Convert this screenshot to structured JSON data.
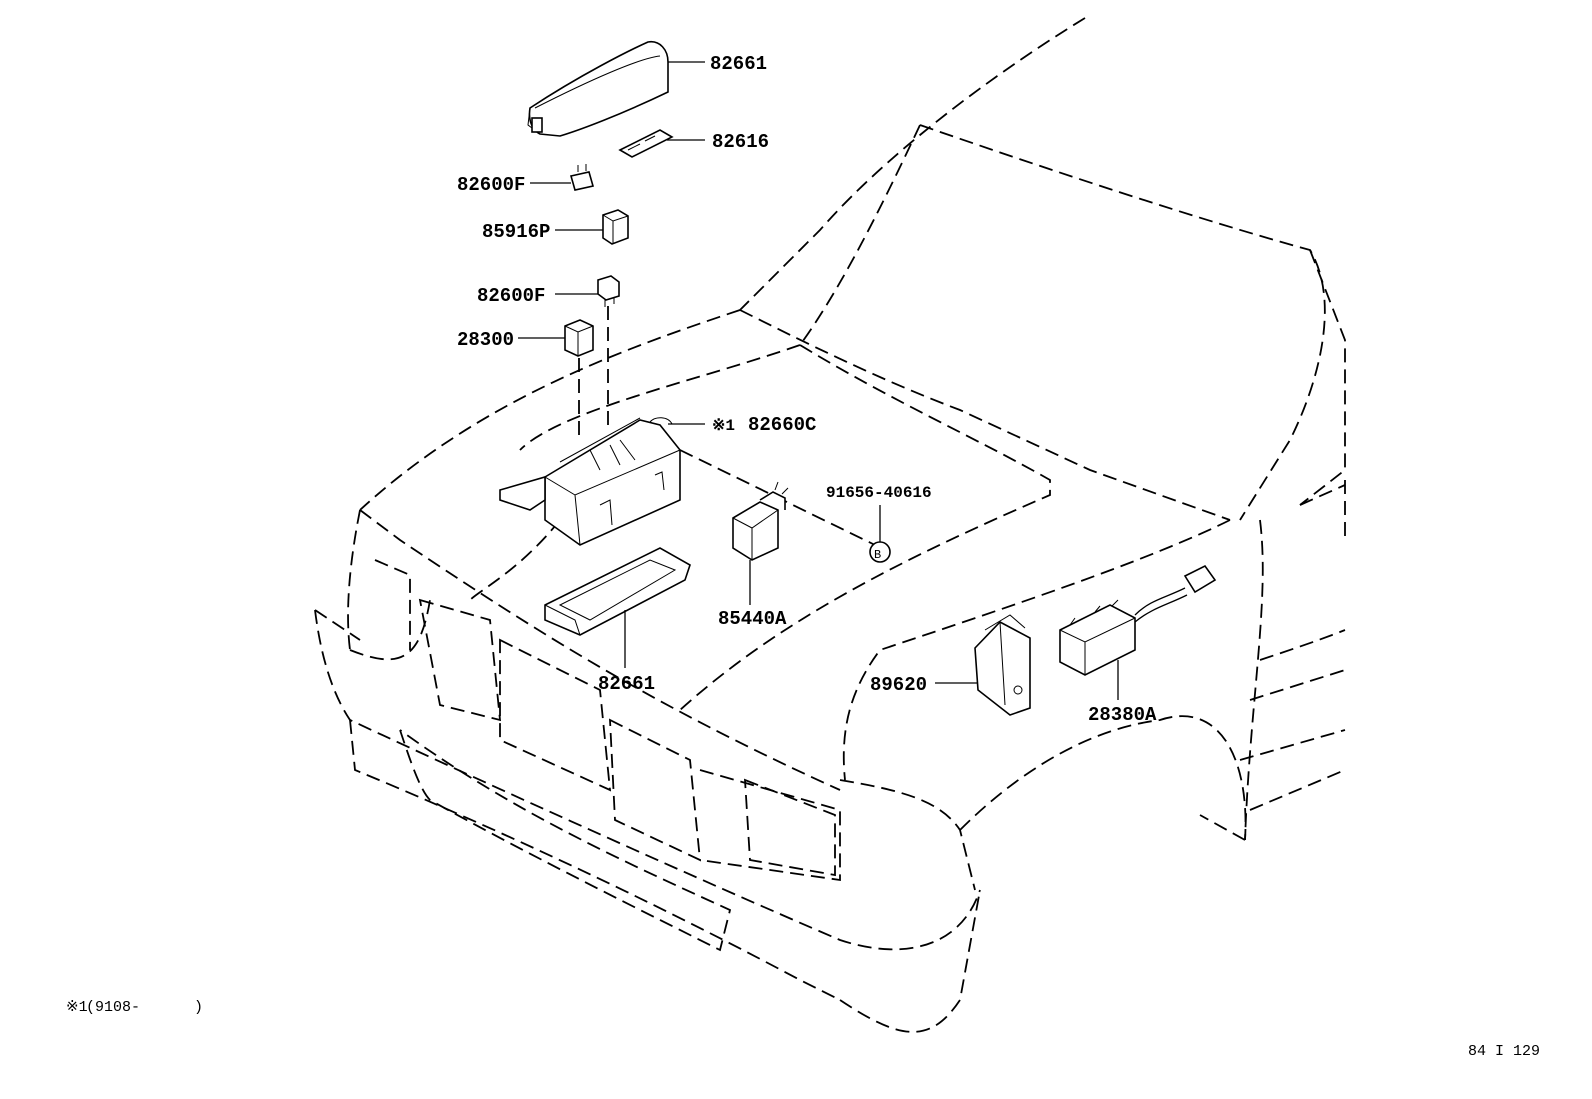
{
  "labels": {
    "cover_top": "82661",
    "part_82616": "82616",
    "fuse_upper": "82600F",
    "relay": "85916P",
    "fuse_lower": "82600F",
    "part_28300": "28300",
    "relay_block": "82660C",
    "relay_block_note": "※1",
    "bolt": "91656-40616",
    "horn_relay": "85440A",
    "cover_bottom": "82661",
    "computer": "89620",
    "part_28380A": "28380A"
  },
  "footnote": {
    "marker": "※1",
    "text": "(9108-      )"
  },
  "figure_code": "84 I 129"
}
